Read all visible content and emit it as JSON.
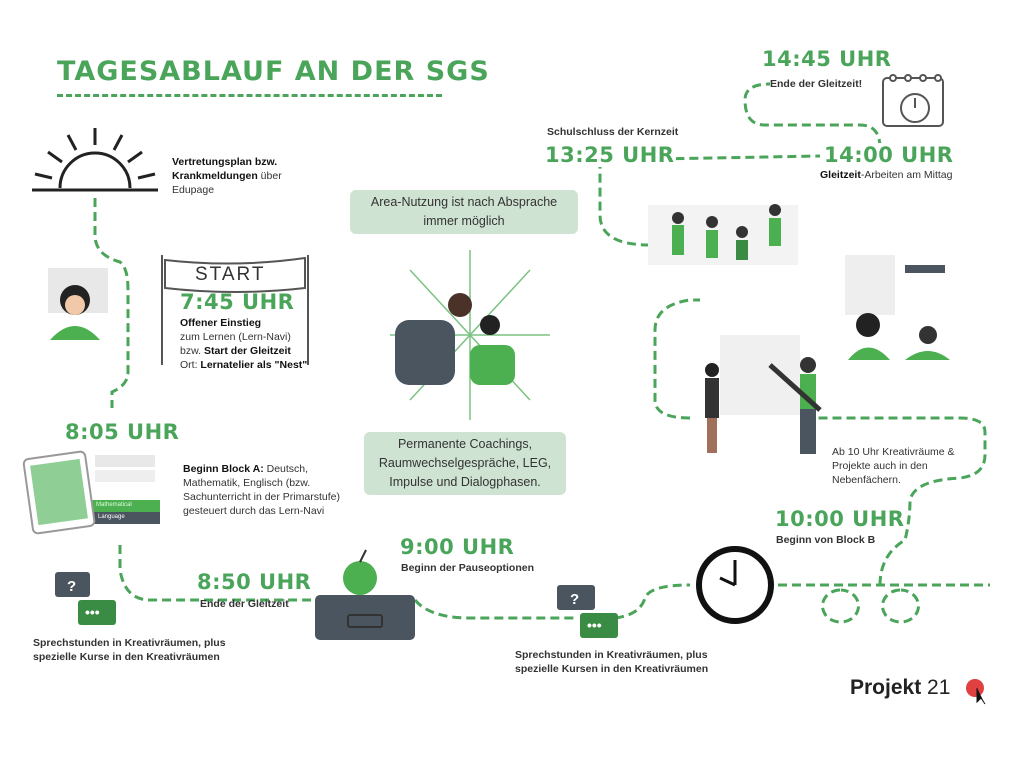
{
  "title": "TAGESABLAUF AN DER SGS",
  "colors": {
    "accent": "#4aa55a",
    "path": "#4aa55a",
    "bubble": "#cfe3d3",
    "logo_dot": "#e04040"
  },
  "morning": {
    "bold1": "Vertretungsplan bzw.",
    "bold2": "Krankmeldungen",
    "rest2": " über",
    "line3": "Edupage"
  },
  "start": {
    "banner": "START",
    "time": "7:45 UHR",
    "l1": "Offener Einstieg",
    "l2": "zum Lernen (Lern-Navi)",
    "l3a": "bzw. ",
    "l3b": "Start der Gleitzeit",
    "l4a": "Ort: ",
    "l4b": "Lernatelier als \"Nest\""
  },
  "block_a": {
    "time": "8:05 UHR",
    "bold": "Beginn Block A:",
    "l1": " Deutsch,",
    "l2": "Mathematik, Englisch (bzw.",
    "l3": "Sachunterricht in der Primarstufe)",
    "l4": "gesteuert durch das Lern-Navi",
    "book1": "Mathematical",
    "book2": "Language"
  },
  "gleitzeit_end": {
    "time": "8:50 UHR",
    "label": "Ende der Gleitzeit"
  },
  "sprech1": {
    "l1": "Sprechstunden in Kreativräumen, plus",
    "l2": "spezielle Kurse in den Kreativräumen"
  },
  "pause": {
    "time": "9:00 UHR",
    "label": "Beginn der Pauseoptionen"
  },
  "area": {
    "l1": "Area-Nutzung ist  nach Absprache",
    "l2": "immer möglich"
  },
  "coaching": {
    "l1": "Permanente Coachings,",
    "l2": "Raumwechselgespräche, LEG,",
    "l3": "Impulse und Dialogphasen."
  },
  "sprech2": {
    "l1": "Sprechstunden in Kreativräumen, plus",
    "l2": "spezielle Kursen in den Kreativräumen"
  },
  "block_b": {
    "time": "10:00 UHR",
    "label": "Beginn von Block B",
    "n1": "Ab 10 Uhr Kreativräume &",
    "n2": "Projekte auch in den",
    "n3": "Nebenfächern."
  },
  "kernzeit": {
    "label": "Schulschluss der Kernzeit",
    "time": "13:25 UHR"
  },
  "mittag": {
    "time": "14:00 UHR",
    "bold": "Gleitzeit",
    "rest": "-Arbeiten am Mittag"
  },
  "end": {
    "time": "14:45 UHR",
    "label": "Ende der Gleitzeit!"
  },
  "logo": {
    "bold": "Projekt",
    "num": "21"
  }
}
